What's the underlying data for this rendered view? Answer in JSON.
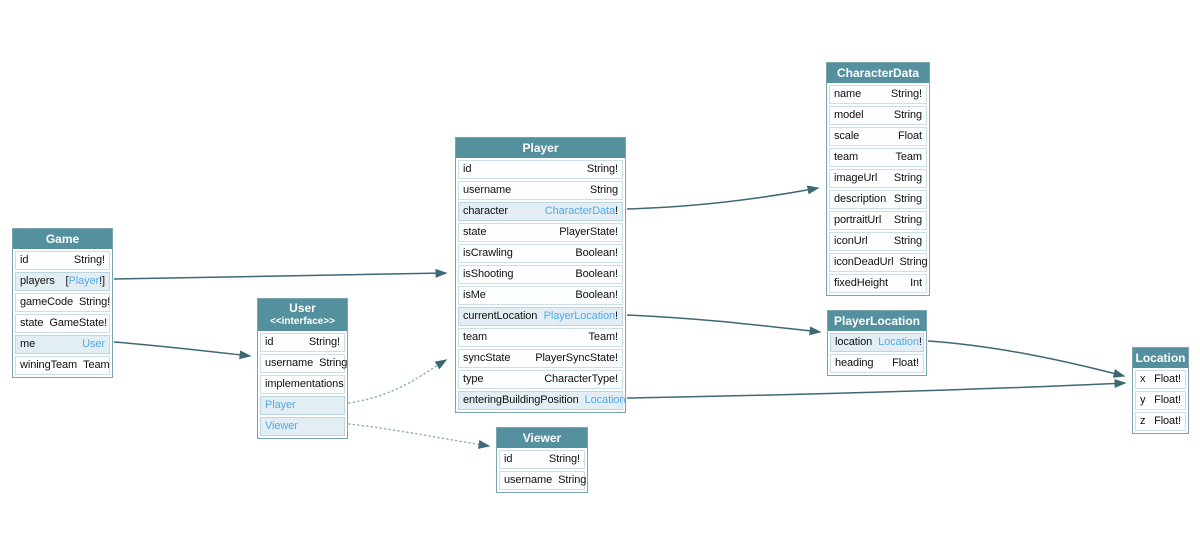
{
  "colors": {
    "header_bg": "#54909e",
    "type_link": "#55a9e8",
    "edge": "#3d6875",
    "row_highlight_bg": "#e2eef4"
  },
  "tables": {
    "game": {
      "title": "Game",
      "rows": [
        {
          "name": "id",
          "type": "String!"
        },
        {
          "name": "players",
          "pre": "[",
          "link": "Player",
          "suf": "!]"
        },
        {
          "name": "gameCode",
          "type": "String!"
        },
        {
          "name": "state",
          "type": "GameState!"
        },
        {
          "name": "me",
          "link": "User"
        },
        {
          "name": "winingTeam",
          "type": "Team"
        }
      ]
    },
    "user": {
      "title": "User",
      "subtitle": "<<interface>>",
      "rows": [
        {
          "name": "id",
          "type": "String!"
        },
        {
          "name": "username",
          "type": "String"
        },
        {
          "name": "implementations"
        },
        {
          "link": "Player"
        },
        {
          "link": "Viewer"
        }
      ]
    },
    "player": {
      "title": "Player",
      "rows": [
        {
          "name": "id",
          "type": "String!"
        },
        {
          "name": "username",
          "type": "String"
        },
        {
          "name": "character",
          "link": "CharacterData",
          "suf": "!"
        },
        {
          "name": "state",
          "type": "PlayerState!"
        },
        {
          "name": "isCrawling",
          "type": "Boolean!"
        },
        {
          "name": "isShooting",
          "type": "Boolean!"
        },
        {
          "name": "isMe",
          "type": "Boolean!"
        },
        {
          "name": "currentLocation",
          "link": "PlayerLocation",
          "suf": "!"
        },
        {
          "name": "team",
          "type": "Team!"
        },
        {
          "name": "syncState",
          "type": "PlayerSyncState!"
        },
        {
          "name": "type",
          "type": "CharacterType!"
        },
        {
          "name": "enteringBuildingPosition",
          "link": "Location"
        }
      ]
    },
    "viewer": {
      "title": "Viewer",
      "rows": [
        {
          "name": "id",
          "type": "String!"
        },
        {
          "name": "username",
          "type": "String"
        }
      ]
    },
    "characterdata": {
      "title": "CharacterData",
      "rows": [
        {
          "name": "name",
          "type": "String!"
        },
        {
          "name": "model",
          "type": "String"
        },
        {
          "name": "scale",
          "type": "Float"
        },
        {
          "name": "team",
          "type": "Team"
        },
        {
          "name": "imageUrl",
          "type": "String"
        },
        {
          "name": "description",
          "type": "String"
        },
        {
          "name": "portraitUrl",
          "type": "String"
        },
        {
          "name": "iconUrl",
          "type": "String"
        },
        {
          "name": "iconDeadUrl",
          "type": "String"
        },
        {
          "name": "fixedHeight",
          "type": "Int"
        }
      ]
    },
    "playerlocation": {
      "title": "PlayerLocation",
      "rows": [
        {
          "name": "location",
          "link": "Location",
          "suf": "!"
        },
        {
          "name": "heading",
          "type": "Float!"
        }
      ]
    },
    "location": {
      "title": "Location",
      "rows": [
        {
          "name": "x",
          "type": "Float!"
        },
        {
          "name": "y",
          "type": "Float!"
        },
        {
          "name": "z",
          "type": "Float!"
        }
      ]
    }
  },
  "edges": [
    {
      "from": "Game.players",
      "to": "Player",
      "style": "solid"
    },
    {
      "from": "Game.me",
      "to": "User",
      "style": "solid"
    },
    {
      "from": "Player.character",
      "to": "CharacterData",
      "style": "solid"
    },
    {
      "from": "Player.currentLocation",
      "to": "PlayerLocation",
      "style": "solid"
    },
    {
      "from": "Player.enteringBuildingPosition",
      "to": "Location",
      "style": "solid"
    },
    {
      "from": "PlayerLocation.location",
      "to": "Location",
      "style": "solid"
    },
    {
      "from": "User.Player",
      "to": "Player",
      "style": "dotted"
    },
    {
      "from": "User.Viewer",
      "to": "Viewer",
      "style": "dotted"
    }
  ]
}
